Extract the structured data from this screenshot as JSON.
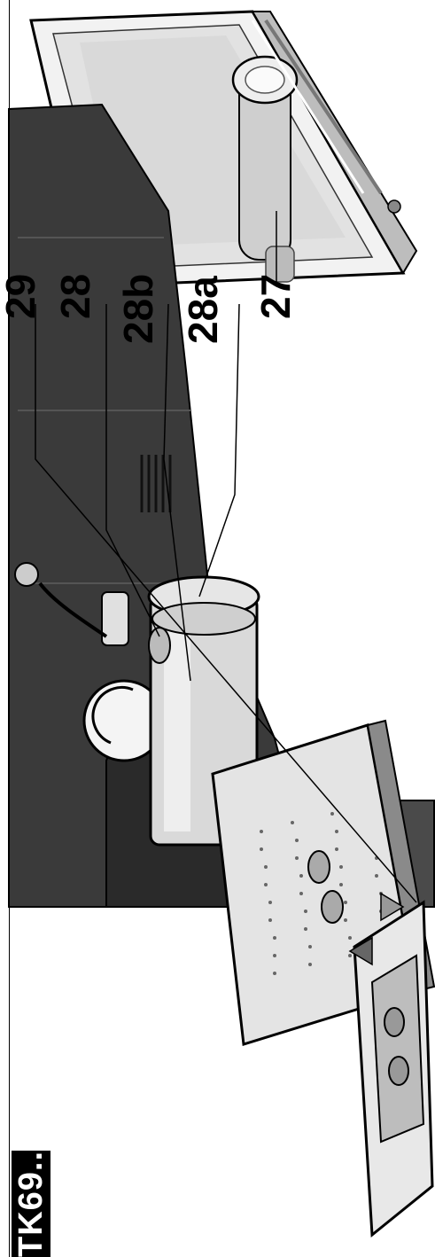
{
  "model_badge": "TK69..",
  "callouts": {
    "c27": "27",
    "c28a": "28a",
    "c28b": "28b",
    "c28": "28",
    "c29": "29"
  },
  "colors": {
    "machine_body": "#3a3a3a",
    "machine_dark": "#1e1e1e",
    "metal_light": "#e8e8e8",
    "tray_gray": "#9a9a9a",
    "line": "#000000"
  }
}
